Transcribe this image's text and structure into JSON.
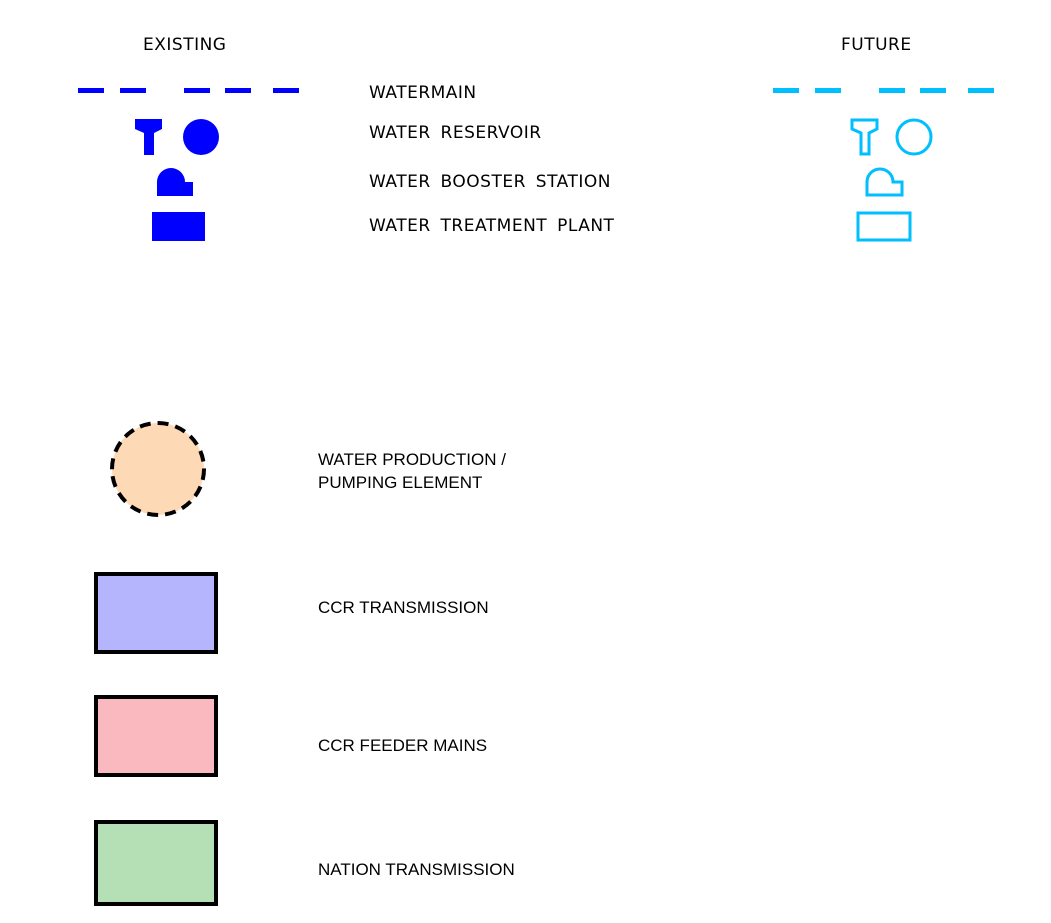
{
  "headers": {
    "existing": "EXISTING",
    "future": "FUTURE"
  },
  "water_legend": {
    "rows": [
      {
        "label": "WATERMAIN",
        "existing_symbol": "dashed-line",
        "future_symbol": "dashed-line"
      },
      {
        "label": "WATER  RESERVOIR",
        "existing_symbol": "reservoir-funnel-and-circle",
        "future_symbol": "reservoir-funnel-and-circle"
      },
      {
        "label": "WATER  BOOSTER  STATION",
        "existing_symbol": "booster-station-shape",
        "future_symbol": "booster-station-shape"
      },
      {
        "label": "WATER  TREATMENT  PLANT",
        "existing_symbol": "rectangle",
        "future_symbol": "rectangle"
      }
    ],
    "existing_style": "filled",
    "future_style": "outline"
  },
  "area_legend": {
    "items": [
      {
        "label": "WATER PRODUCTION /",
        "label_line2": "PUMPING ELEMENT",
        "shape": "dashed-circle",
        "fill": "#FDD9B5",
        "border": "#000000"
      },
      {
        "label": "CCR TRANSMISSION",
        "shape": "rectangle",
        "fill": "#B5B5FD",
        "border": "#000000"
      },
      {
        "label": "CCR FEEDER MAINS",
        "shape": "rectangle",
        "fill": "#FAB9BE",
        "border": "#000000"
      },
      {
        "label": "NATION TRANSMISSION",
        "shape": "rectangle",
        "fill": "#B5DFB4",
        "border": "#000000"
      }
    ]
  },
  "colors": {
    "existing": "#0000FF",
    "future": "#00BFFF",
    "text": "#000000"
  }
}
